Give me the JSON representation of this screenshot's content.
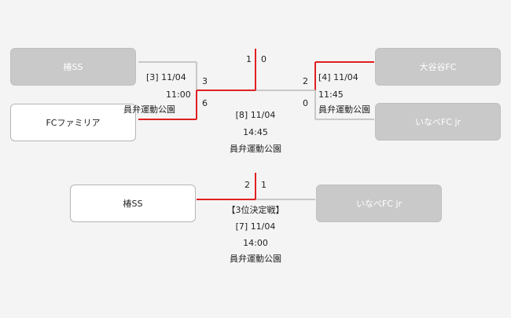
{
  "teams": {
    "tsubaki_ss": "椿SS",
    "fc_familia": "FCファミリア",
    "daiyakoku_fc": "大谷谷FC",
    "inabe_fc_jr": "いなべFC jr"
  },
  "semi_left": {
    "info": "[3] 11/04",
    "time": "11:00",
    "venue": "員弁運動公園",
    "score_top": "3",
    "score_bottom": "6"
  },
  "semi_right": {
    "info": "[4] 11/04",
    "time": "11:45",
    "venue": "員弁運動公園",
    "score_top": "2",
    "score_bottom": "0"
  },
  "final": {
    "info": "[8] 11/04",
    "time": "14:45",
    "venue": "員弁運動公園",
    "score_left": "1",
    "score_right": "0"
  },
  "third": {
    "title": "【3位決定戦】",
    "info": "[7] 11/04",
    "time": "14:00",
    "venue": "員弁運動公園",
    "score_left": "2",
    "score_right": "1"
  },
  "colors": {
    "win_line": "#e02020",
    "lose_line": "#c8c8c8",
    "lost_box": "#c9c9c9"
  }
}
